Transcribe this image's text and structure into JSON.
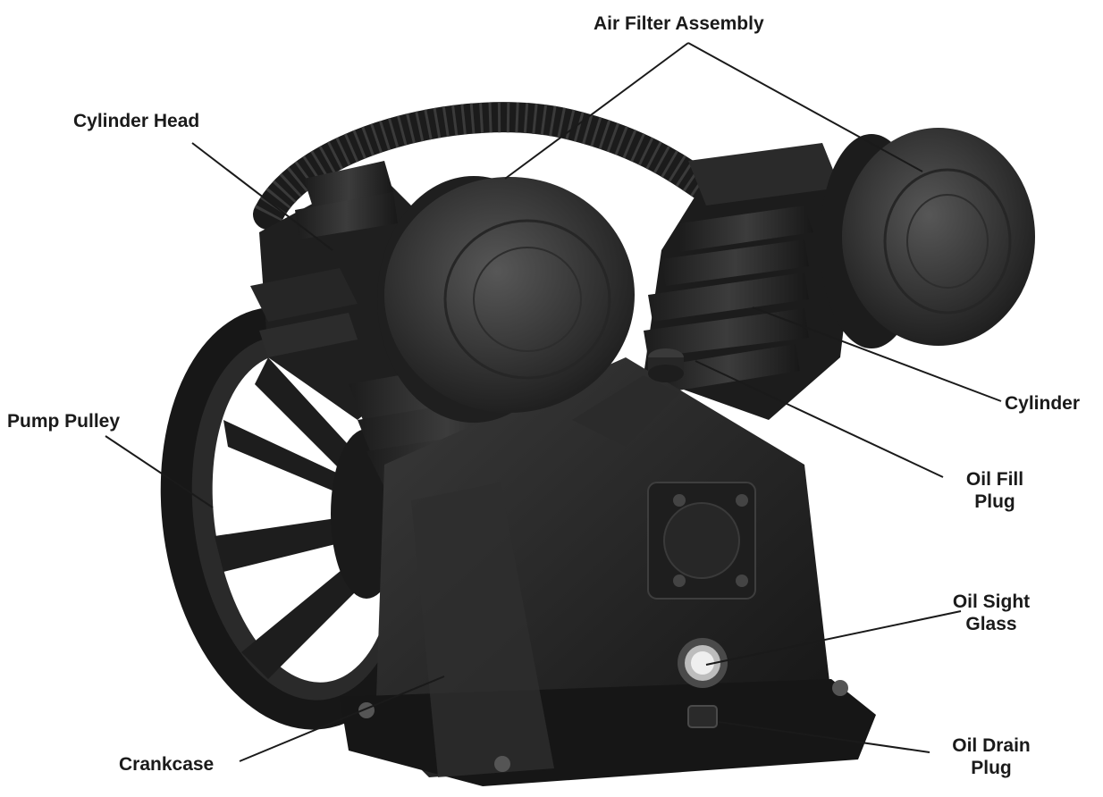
{
  "diagram": {
    "subject": "air compressor pump",
    "labels": {
      "air_filter_assembly": "Air Filter Assembly",
      "cylinder_head": "Cylinder Head",
      "pump_pulley": "Pump Pulley",
      "cylinder": "Cylinder",
      "oil_fill_plug_line1": "Oil Fill",
      "oil_fill_plug_line2": "Plug",
      "oil_sight_glass_line1": "Oil Sight",
      "oil_sight_glass_line2": "Glass",
      "oil_drain_plug_line1": "Oil Drain",
      "oil_drain_plug_line2": "Plug",
      "crankcase": "Crankcase"
    },
    "colors": {
      "background": "#ffffff",
      "label_text": "#1a1a1a",
      "leader_line": "#1a1a1a",
      "body_metal": "#1b1b1b"
    }
  }
}
